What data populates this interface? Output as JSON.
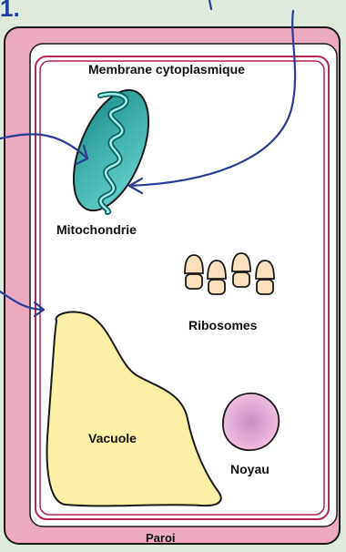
{
  "diagram": {
    "corner_text": "1.",
    "labels": {
      "membrane": "Membrane cytoplasmique",
      "mitochondria": "Mitochondrie",
      "ribosomes": "Ribosomes",
      "vacuole": "Vacuole",
      "nucleus": "Noyau",
      "wall": "Paroi"
    },
    "colors": {
      "background": "#dfeadd",
      "wall_fill": "#eca9bf",
      "membrane_line": "#b0245a",
      "cytoplasm": "#ffffff",
      "mitochondria_fill": "#42bdb6",
      "vacuole_fill": "#fbf1a6",
      "nucleus_fill": "#e4a9d4",
      "ribosome_fill": "#fbe0bd",
      "annotation_pen": "#2b3c93"
    }
  }
}
